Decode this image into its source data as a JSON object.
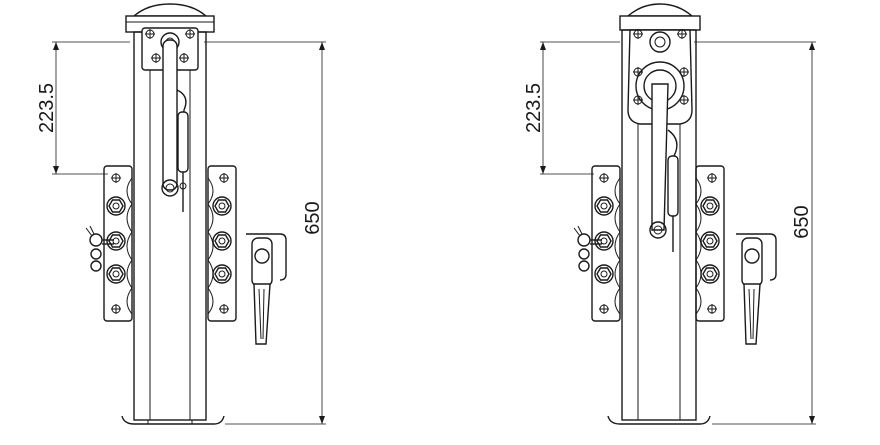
{
  "figure": {
    "left_view": {
      "dimension_top": "223.5",
      "dimension_total": "650"
    },
    "right_view": {
      "dimension_top": "223.5",
      "dimension_total": "650"
    }
  },
  "colors": {
    "line": "#1a1a1a",
    "background": "#ffffff"
  }
}
